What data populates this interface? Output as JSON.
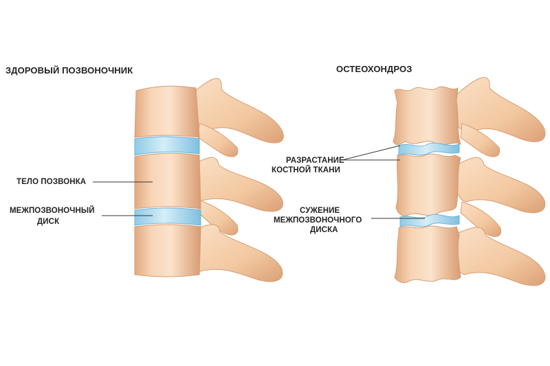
{
  "panels": {
    "healthy": {
      "title": "ЗДОРОВЫЙ ПОЗВОНОЧНИК",
      "labels": {
        "vertebral_body": "ТЕЛО ПОЗВОНКА",
        "disc_line1": "МЕЖПОЗВОНОЧНЫЙ",
        "disc_line2": "ДИСК"
      }
    },
    "osteochondrosis": {
      "title": "ОСТЕОХОНДРОЗ",
      "labels": {
        "growth_line1": "РАЗРАСТАНИЕ",
        "growth_line2": "КОСТНОЙ ТКАНИ",
        "narrowing_line1": "СУЖЕНИЕ",
        "narrowing_line2": "МЕЖПОЗВОНОЧНОГО",
        "narrowing_line3": "ДИСКА"
      }
    }
  },
  "colors": {
    "bone_light": "#f9dcc0",
    "bone_mid": "#f0c39a",
    "bone_shadow": "#d99b70",
    "disc_light": "#cfe9f4",
    "disc_mid": "#7ec4e4",
    "leader_line": "#333333"
  }
}
